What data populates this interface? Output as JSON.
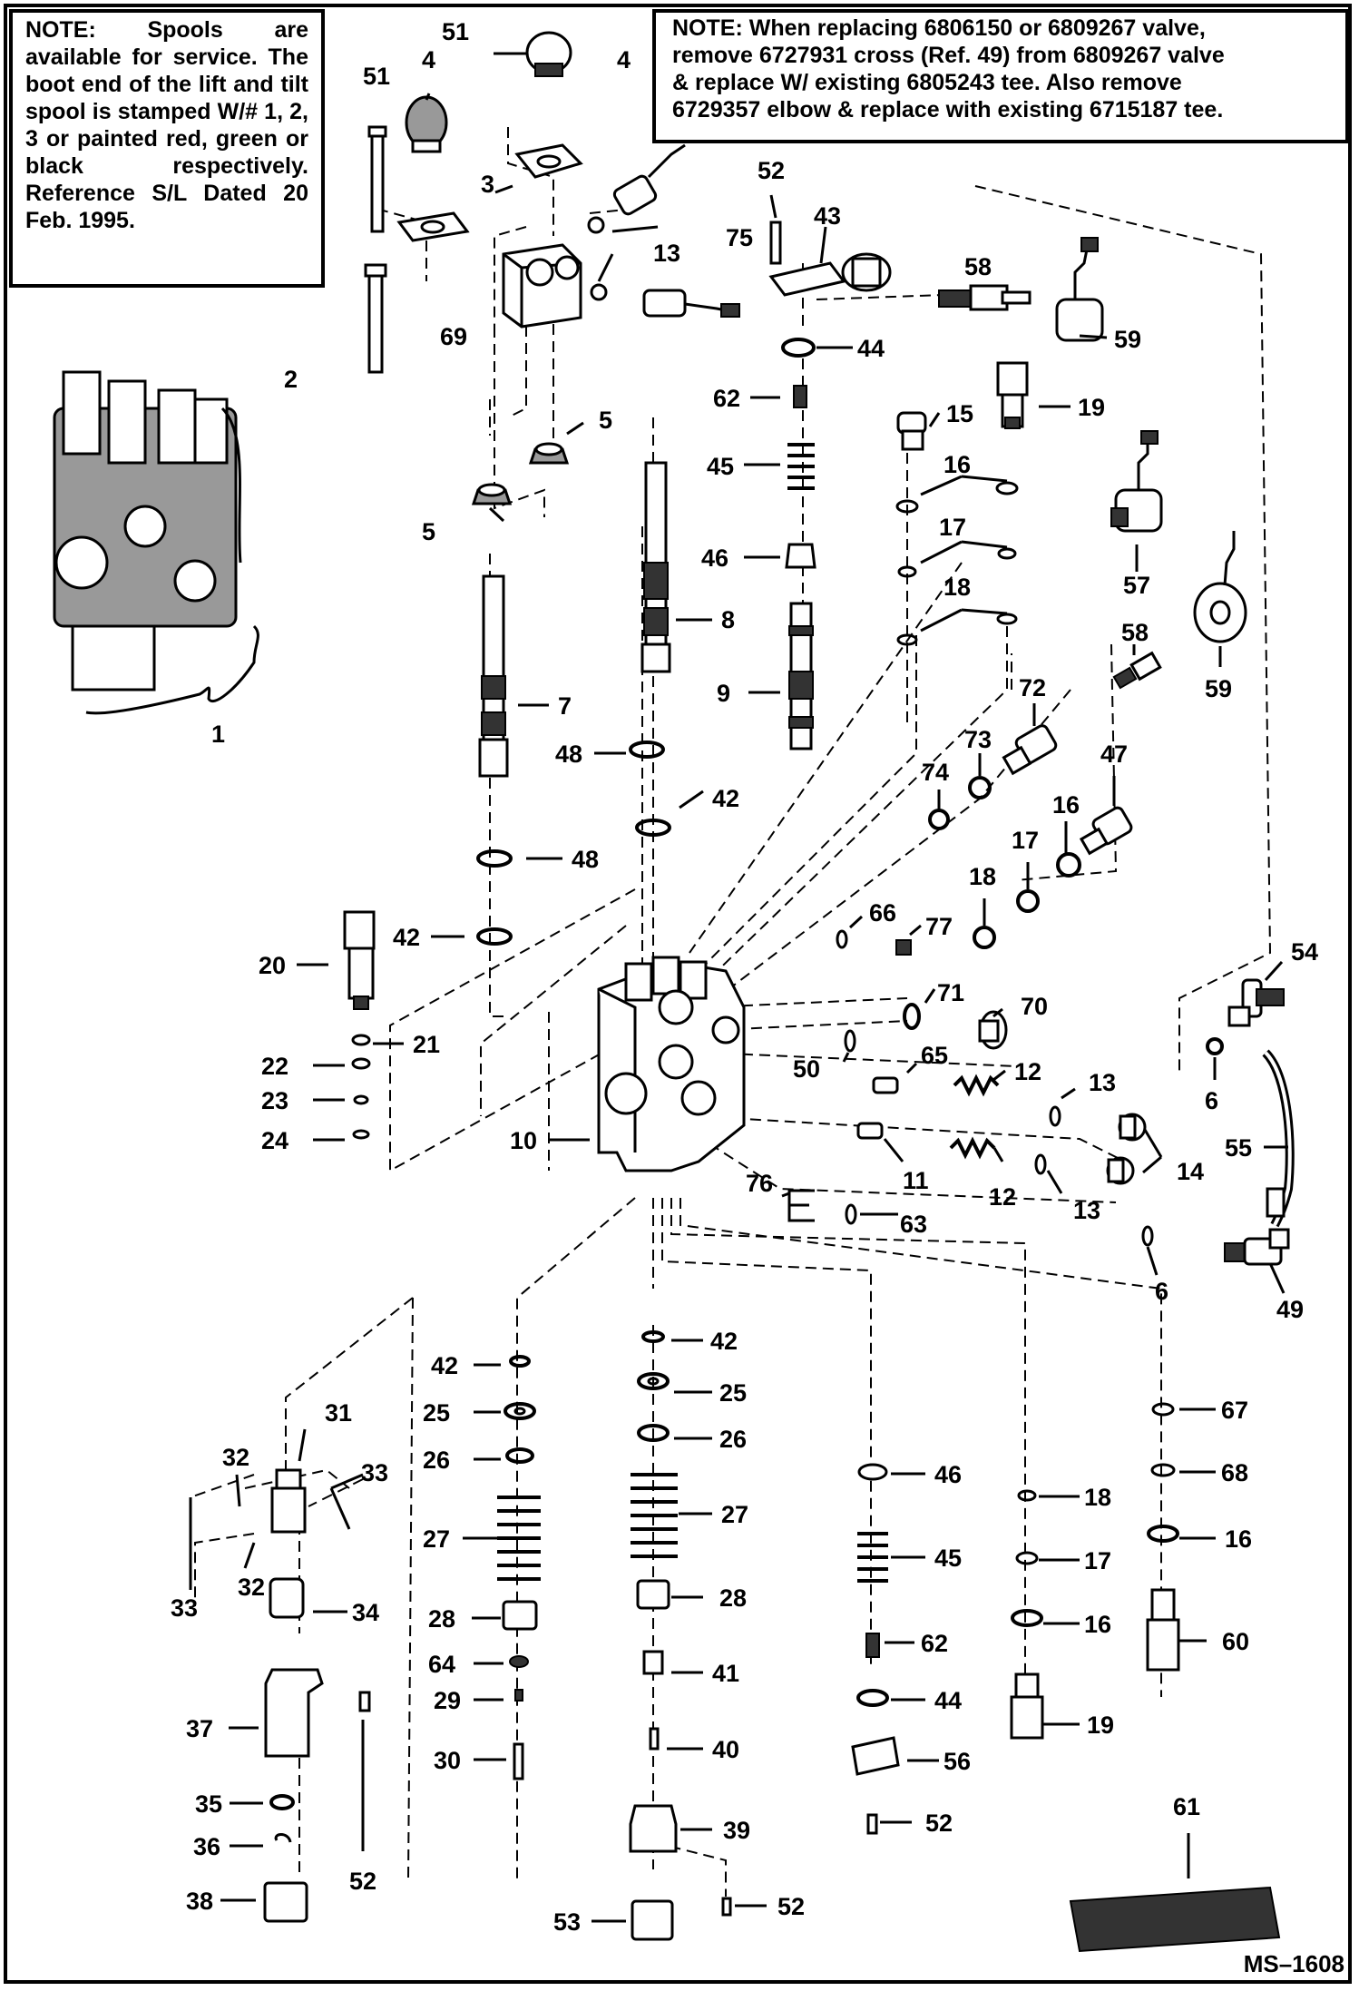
{
  "notes": {
    "left": "NOTE: Spools are available for service. The boot end of the lift and tilt spool is stamped W/# 1, 2, 3 or painted red, green or black respectively. Reference S/L Dated 20 Feb. 1995.",
    "right_lines": [
      "NOTE: When replacing 6806150 or 6809267 valve,",
      "remove 6727931 cross (Ref. 49) from 6809267 valve",
      "& replace W/ existing 6805243 tee. Also remove",
      "6729357 elbow & replace with existing 6715187 tee."
    ]
  },
  "labels": {
    "l51a": "51",
    "l51b": "51",
    "l4a": "4",
    "l4b": "4",
    "l3": "3",
    "l13a": "13",
    "l75": "75",
    "l52a": "52",
    "l43": "43",
    "l58a": "58",
    "l59a": "59",
    "l69": "69",
    "l44a": "44",
    "l2": "2",
    "l62a": "62",
    "l15": "15",
    "l19a": "19",
    "l5a": "5",
    "l5b": "5",
    "l45a": "45",
    "l16a": "16",
    "l17a": "17",
    "l46a": "46",
    "l18a": "18",
    "l57": "57",
    "l8": "8",
    "l58b": "58",
    "l59b": "59",
    "l9": "9",
    "l72": "72",
    "l7": "7",
    "l73": "73",
    "l1": "1",
    "l74": "74",
    "l47": "47",
    "l48a": "48",
    "l42a": "42",
    "l16b": "16",
    "l17b": "17",
    "l48b": "48",
    "l18b": "18",
    "l66": "66",
    "l77": "77",
    "l42b": "42",
    "l20": "20",
    "l54": "54",
    "l71": "71",
    "l70": "70",
    "l21": "21",
    "l50": "50",
    "l65": "65",
    "l12a": "12",
    "l13b": "13",
    "l22": "22",
    "l6a": "6",
    "l23": "23",
    "l10": "10",
    "l55": "55",
    "l24": "24",
    "l11": "11",
    "l12b": "12",
    "l14": "14",
    "l13c": "13",
    "l76": "76",
    "l63": "63",
    "l6b": "6",
    "l49": "49",
    "l42c": "42",
    "l42d": "42",
    "l25a": "25",
    "l25b": "25",
    "l67": "67",
    "l31": "31",
    "l26a": "26",
    "l26b": "26",
    "l46b": "46",
    "l68": "68",
    "l32a": "32",
    "l33a": "33",
    "l18c": "18",
    "l16c": "16",
    "l27a": "27",
    "l27b": "27",
    "l45b": "45",
    "l17c": "17",
    "l32b": "32",
    "l33b": "33",
    "l34": "34",
    "l28a": "28",
    "l28b": "28",
    "l16d": "16",
    "l60": "60",
    "l62b": "62",
    "l64": "64",
    "l41": "41",
    "l29": "29",
    "l37": "37",
    "l44b": "44",
    "l19b": "19",
    "l30": "30",
    "l40": "40",
    "l56": "56",
    "l35": "35",
    "l61": "61",
    "l36": "36",
    "l52b": "52",
    "l52c": "52",
    "l39": "39",
    "l38": "38",
    "l53": "53",
    "l52d": "52"
  },
  "ref_code": "MS–1608"
}
